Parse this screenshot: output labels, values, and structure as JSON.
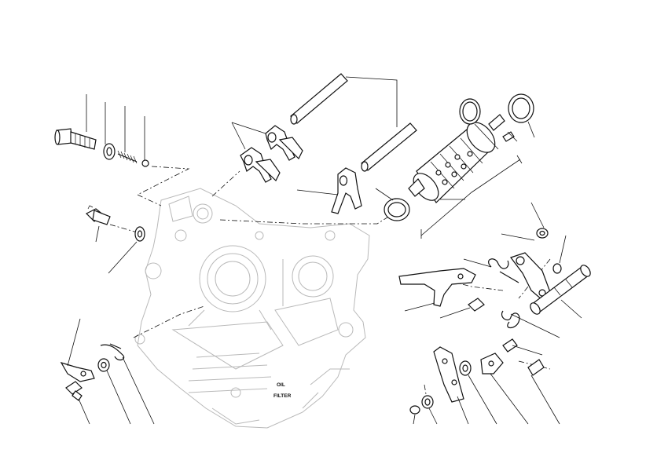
{
  "diagram": {
    "case_labels": {
      "oil": "OIL",
      "filter": "FILTER"
    },
    "parts": [
      {
        "id": "case",
        "name": "crankcase-half"
      },
      {
        "id": "fork-rod-1",
        "name": "fork-rod"
      },
      {
        "id": "fork-rod-2",
        "name": "fork-rod"
      },
      {
        "id": "shift-fork-1",
        "name": "shift-fork"
      },
      {
        "id": "shift-fork-2",
        "name": "shift-fork"
      },
      {
        "id": "shift-fork-3",
        "name": "shift-fork"
      },
      {
        "id": "selector-drum",
        "name": "selector-drum"
      },
      {
        "id": "detent-bolt",
        "name": "detent-bolt"
      },
      {
        "id": "detent-spring",
        "name": "detent-spring"
      },
      {
        "id": "neutral-switch",
        "name": "neutral-switch"
      },
      {
        "id": "gearshift-shaft",
        "name": "gearshift-shaft"
      },
      {
        "id": "shift-pawl",
        "name": "shift-pawl"
      },
      {
        "id": "drum-plate",
        "name": "drum-plate"
      }
    ]
  }
}
